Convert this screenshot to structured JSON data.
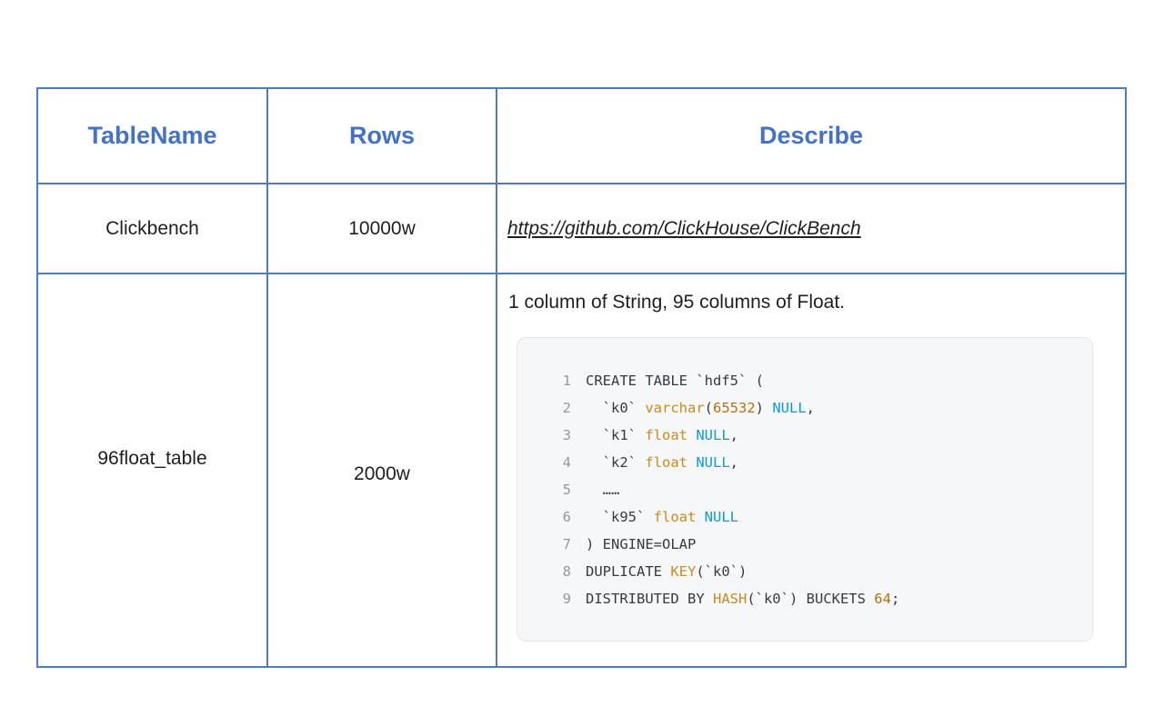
{
  "table": {
    "headers": [
      "TableName",
      "Rows",
      "Describe"
    ],
    "rows": [
      {
        "table_name": "Clickbench",
        "row_count": "10000w",
        "describe": {
          "link": "https://github.com/ClickHouse/ClickBench"
        }
      },
      {
        "table_name": "96float_table",
        "row_count": "2000w",
        "describe": {
          "text": "1 column of String, 95 columns of Float.",
          "code_lines": [
            {
              "num": "1",
              "segments": [
                {
                  "s": "pln",
                  "t": "CREATE TABLE `hdf5` ("
                }
              ]
            },
            {
              "num": "2",
              "segments": [
                {
                  "s": "pln",
                  "t": "  `k0` "
                },
                {
                  "s": "kwd",
                  "t": "varchar"
                },
                {
                  "s": "pln",
                  "t": "("
                },
                {
                  "s": "num",
                  "t": "65532"
                },
                {
                  "s": "pln",
                  "t": ") "
                },
                {
                  "s": "lit",
                  "t": "NULL"
                },
                {
                  "s": "pln",
                  "t": ","
                }
              ]
            },
            {
              "num": "3",
              "segments": [
                {
                  "s": "pln",
                  "t": "  `k1` "
                },
                {
                  "s": "kwd",
                  "t": "float"
                },
                {
                  "s": "pln",
                  "t": " "
                },
                {
                  "s": "lit",
                  "t": "NULL"
                },
                {
                  "s": "pln",
                  "t": ","
                }
              ]
            },
            {
              "num": "4",
              "segments": [
                {
                  "s": "pln",
                  "t": "  `k2` "
                },
                {
                  "s": "kwd",
                  "t": "float"
                },
                {
                  "s": "pln",
                  "t": " "
                },
                {
                  "s": "lit",
                  "t": "NULL"
                },
                {
                  "s": "pln",
                  "t": ","
                }
              ]
            },
            {
              "num": "5",
              "segments": [
                {
                  "s": "pln",
                  "t": "  ……"
                }
              ]
            },
            {
              "num": "6",
              "segments": [
                {
                  "s": "pln",
                  "t": "  `k95` "
                },
                {
                  "s": "kwd",
                  "t": "float"
                },
                {
                  "s": "pln",
                  "t": " "
                },
                {
                  "s": "lit",
                  "t": "NULL"
                }
              ]
            },
            {
              "num": "7",
              "segments": [
                {
                  "s": "pln",
                  "t": ") ENGINE=OLAP"
                }
              ]
            },
            {
              "num": "8",
              "segments": [
                {
                  "s": "pln",
                  "t": "DUPLICATE "
                },
                {
                  "s": "kwd",
                  "t": "KEY"
                },
                {
                  "s": "pln",
                  "t": "(`k0`)"
                }
              ]
            },
            {
              "num": "9",
              "segments": [
                {
                  "s": "pln",
                  "t": "DISTRIBUTED BY "
                },
                {
                  "s": "kwd",
                  "t": "HASH"
                },
                {
                  "s": "pln",
                  "t": "(`k0`) BUCKETS "
                },
                {
                  "s": "num",
                  "t": "64"
                },
                {
                  "s": "pln",
                  "t": ";"
                }
              ]
            }
          ]
        }
      }
    ]
  },
  "colors": {
    "header_text": "#4472c4",
    "table_border": "#4e7ac7",
    "cell_text": "#1f1f1f",
    "code_background": "#f6f7f8",
    "code_border": "#e4e7ea",
    "code_plain": "#383a42",
    "code_keyword": "#c98a1f",
    "code_number": "#b5720f",
    "code_literal": "#0f9ad2",
    "code_line_number": "#9499a1"
  }
}
